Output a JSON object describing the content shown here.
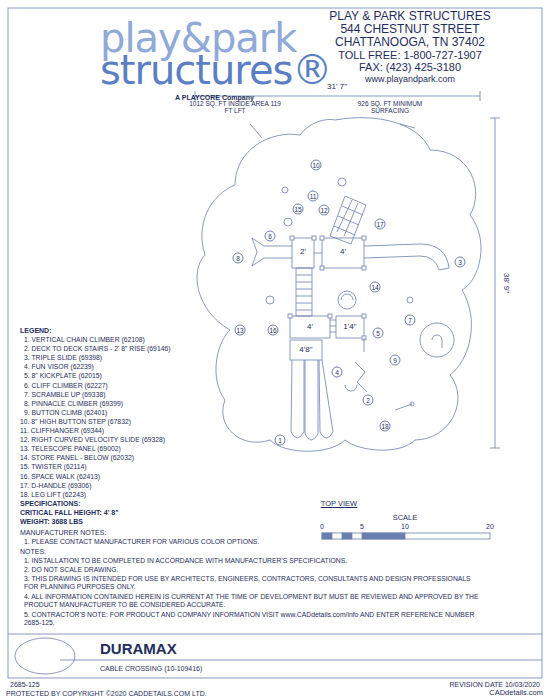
{
  "diagram": {
    "nodes": [
      {
        "text": [
          "DURAMAX",
          "CABLE CROSSING (10-109416)"
        ]
      }
    ],
    "edges": [],
    "labels": [
      "play&park",
      "structures®",
      "A PLAYCORE Company",
      "PLAY & PARK STRUCTURES",
      "544 CHESTNUT STREET",
      "CHATTANOOGA, TN 37402",
      "TOLL FREE: 1-800-727-1907",
      "FAX: (423) 425-3180",
      "www.playandpark.com",
      "31' 7\"",
      "1012 SQ. FT INSIDE AREA 119 FT LFT",
      "926 SQ. FT MINIMUM SURFACING",
      "38' 9\"",
      "2'",
      "4'",
      "4'",
      "1'4\"",
      "4'8\"",
      "10",
      "11",
      "15",
      "12",
      "17",
      "8",
      "6",
      "3",
      "16",
      "13",
      "14",
      "5",
      "9",
      "7",
      "4",
      "2",
      "1",
      "18",
      "LEGEND:",
      "1. VERTICAL CHAIN CLIMBER (62108)",
      "2. DECK TO DECK STAIRS - 2' 8\" RISE (69146)",
      "3. TRIPLE SLIDE (69398)",
      "4. FUN VISOR (62239)",
      "5. 8\" KICKPLATE (62015)",
      "6. CLIFF CLIMBER (62227)",
      "7. SCRAMBLE UP (69338)",
      "8. PINNACLE CLIMBER (69399)",
      "9. BUTTON CLIMB (62401)",
      "10. 8\" HIGH BUTTON STEP (67832)",
      "11. CLIFFHANGER (69344)",
      "12. RIGHT CURVED VELOCITY SLIDE (69328)",
      "13. TELESCOPE PANEL (69002)",
      "14. STORE PANEL - BELOW (62032)",
      "15. TWISTER (62114)",
      "16. SPACE WALK (62413)",
      "17. D-HANDLE (69306)",
      "18. LEG LIFT (62243)",
      "SPECIFICATIONS:",
      "CRITICAL FALL HEIGHT: 4' 8\"",
      "WEIGHT: 3688 LBS",
      "MANUFACTURER NOTES:",
      "1. PLEASE CONTACT MANUFACTURER FOR VARIOUS COLOR OPTIONS.",
      "NOTES:",
      "1. INSTALLATION TO BE COMPLETED IN ACCORDANCE WITH MANUFACTURER'S SPECIFICATIONS.",
      "2. DO NOT SCALE DRAWING.",
      "3. THIS DRAWING IS INTENDED FOR USE BY ARCHITECTS, ENGINEERS, CONTRACTORS, CONSULTANTS AND DESIGN PROFESSIONALS FOR PLANNING PURPOSES ONLY.",
      "4. ALL INFORMATION CONTAINED HEREIN IS CURRENT AT THE TIME OF DEVELOPMENT BUT MUST BE REVIEWED AND APPROVED BY THE PRODUCT MANUFACTURER TO BE CONSIDERED ACCURATE.",
      "5. CONTRACTOR'S NOTE: FOR PRODUCT AND COMPANY INFORMATION VISIT www.CADdetails.com/info AND ENTER REFERENCE NUMBER 2685-125.",
      "TOP VIEW",
      "SCALE",
      "0",
      "5",
      "10",
      "20",
      "2685-125",
      "REVISION DATE 10/03/2020",
      "PROTECTED BY COPYRIGHT ©2020 CADDETAILS.COM LTD.",
      "CADdetails.com"
    ]
  }
}
